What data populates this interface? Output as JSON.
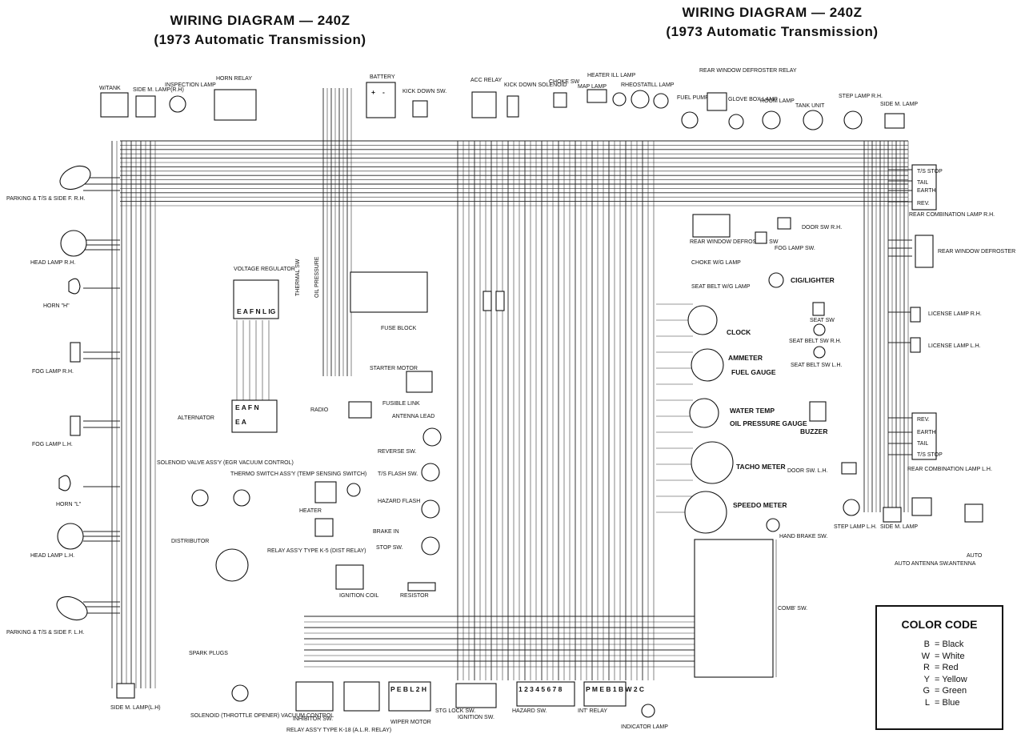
{
  "titles": [
    {
      "line1": "WIRING  DIAGRAM — 240Z",
      "line2": "(1973 Automatic Transmission)"
    },
    {
      "line1": "WIRING  DIAGRAM — 240Z",
      "line2": "(1973 Automatic Transmission)"
    }
  ],
  "components": {
    "w_tank": "W/TANK",
    "side_m_lamp_rh": "SIDE M. LAMP(R.H)",
    "inspection_lamp": "INSPECTION LAMP",
    "horn_relay": "HORN RELAY",
    "battery": "BATTERY",
    "kick_down_sw": "KICK DOWN SW.",
    "acc_relay": "ACC RELAY",
    "kick_down_solenoid": "KICK DOWN SOLENOID",
    "choke_sw": "CHOKE SW",
    "heater_ill_lamp": "HEATER ILL LAMP",
    "map_lamp": "MAP LAMP",
    "rheostat": "RHEOSTAT",
    "ill_lamp": "ILL LAMP",
    "fuel_pump": "FUEL PUMP",
    "rear_window_defroster_relay": "REAR WINDOW DEFROSTER RELAY",
    "glove_box_lamp": "GLOVE BOX LAMP",
    "room_lamp": "ROOM LAMP",
    "tank_unit": "TANK UNIT",
    "step_lamp_rh": "STEP LAMP R.H.",
    "side_m_lamp": "SIDE M. LAMP",
    "parking_ts_side_rh": "PARKING & T/S & SIDE F. R.H.",
    "head_lamp_rh": "HEAD LAMP R.H.",
    "horn_h": "HORN \"H\"",
    "fog_lamp_rh": "FOG LAMP R.H.",
    "fog_lamp_lh": "FOG LAMP L.H.",
    "horn_l": "HORN \"L\"",
    "head_lamp_lh": "HEAD LAMP L.H.",
    "parking_ts_side_lh": "PARKING & T/S & SIDE F. L.H.",
    "side_m_lamp_lh": "SIDE M. LAMP(L.H)",
    "voltage_regulator": "VOLTAGE REGULATOR",
    "thermal_sw": "THERMAL SW",
    "oil_pressure": "OIL PRESSURE",
    "alternator": "ALTERNATOR",
    "fuse_block": "FUSE BLOCK",
    "starter_motor": "STARTER MOTOR",
    "fusible_link": "FUSIBLE LINK",
    "radio": "RADIO",
    "antenna_lead": "ANTENNA LEAD",
    "reverse_sw": "REVERSE SW.",
    "ts_flash_sw": "T/S FLASH SW.",
    "hazard_flash": "HAZARD FLASH",
    "brake_in": "BRAKE IN",
    "stop_sw": "STOP SW.",
    "solenoid_valve": "SOLENOID VALVE ASS'Y (EGR VACUUM CONTROL)",
    "thermo_switch": "THERMO SWITCH ASS'Y (TEMP SENSING SWITCH)",
    "heater": "HEATER",
    "distributor": "DISTRIBUTOR",
    "relay_k5": "RELAY ASS'Y TYPE K-5 (DIST RELAY)",
    "ignition_coil": "IGNITION COIL",
    "resistor": "RESISTOR",
    "spark_plugs": "SPARK PLUGS",
    "solenoid_throttle": "SOLENOID (THROTTLE OPENER) VACUUM CONTROL",
    "inhibitor_sw": "INHIBITOR SW.",
    "relay_k18": "RELAY ASS'Y TYPE K-18 (A.L.R. RELAY)",
    "wiper_motor": "WIPER MOTOR",
    "stg_lock_sw": "STG LOCK SW.",
    "ignition_sw": "IGNITION SW.",
    "hazard_sw": "HAZARD SW.",
    "int_relay": "INT' RELAY",
    "indicator_lamp": "INDICATOR LAMP",
    "rear_window_defroster_sw": "REAR WINDOW DEFROSTER SW",
    "choke_wg_lamp": "CHOKE W/G LAMP",
    "seat_belt_wg_lamp": "SEAT BELT W/G LAMP",
    "door_sw_rh": "DOOR SW R.H.",
    "fog_lamp_sw": "FOG LAMP SW.",
    "cig_lighter": "CIG/LIGHTER",
    "seat_sw": "SEAT SW",
    "seat_belt_sw_rh": "SEAT BELT SW R.H.",
    "seat_belt_sw_lh": "SEAT BELT SW L.H.",
    "clock": "CLOCK",
    "ammeter": "AMMETER",
    "fuel_gauge": "FUEL GAUGE",
    "water_temp": "WATER TEMP",
    "oil_pressure_gauge": "OIL PRESSURE GAUGE",
    "buzzer": "BUZZER",
    "tacho_meter": "TACHO METER",
    "door_sw_lh": "DOOR SW. L.H.",
    "speedo_meter": "SPEEDO METER",
    "hand_brake_sw": "HAND BRAKE SW.",
    "comb_sw": "COMB' SW.",
    "rear_combination_lamp_rh": "REAR COMBINATION LAMP R.H.",
    "rear_window_defroster": "REAR WINDOW DEFROSTER",
    "license_lamp_rh": "LICENSE LAMP R.H.",
    "license_lamp_lh": "LICENSE LAMP L.H.",
    "rear_combination_lamp_lh": "REAR COMBINATION LAMP L.H.",
    "step_lamp_lh": "STEP LAMP L.H.",
    "side_m_lamp_rear": "SIDE M. LAMP",
    "auto_antenna_sw": "AUTO ANTENNA SW.",
    "auto_antenna": "ANTENNA",
    "auto": "AUTO"
  },
  "lamp_terms": {
    "ts_stop": "T/S STOP",
    "tail": "TAIL",
    "earth": "EARTH",
    "rev": "REV."
  },
  "color_code": {
    "title": "COLOR CODE",
    "entries": [
      {
        "code": "B",
        "name": "Black"
      },
      {
        "code": "W",
        "name": "White"
      },
      {
        "code": "R",
        "name": "Red"
      },
      {
        "code": "Y",
        "name": "Yellow"
      },
      {
        "code": "G",
        "name": "Green"
      },
      {
        "code": "L",
        "name": "Blue"
      }
    ]
  }
}
